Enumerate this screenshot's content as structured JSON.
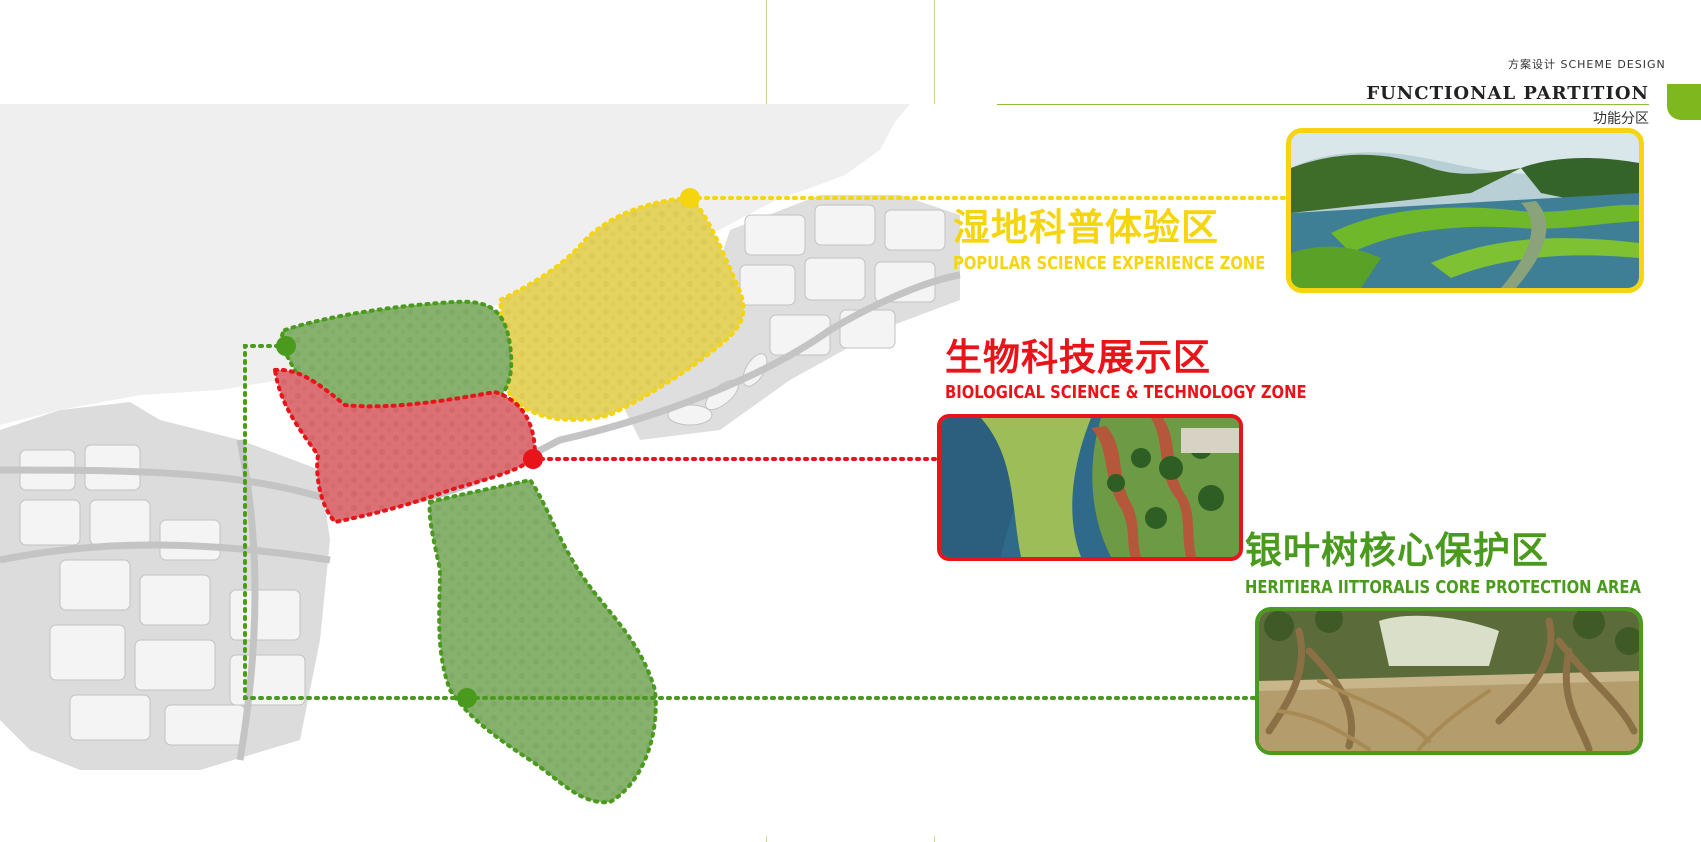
{
  "header": {
    "section": "方案设计 SCHEME  DESIGN",
    "title_en": "FUNCTIONAL PARTITION",
    "title_cn": "功能分区"
  },
  "zones": [
    {
      "cn": "湿地科普体验区",
      "en": "POPULAR  SCIENCE EXPERIENCE ZONE",
      "color": "#f5d50f"
    },
    {
      "cn": "生物科技展示区",
      "en": "BIOLOGICAL SCIENCE & TECHNOLOGY    ZONE",
      "color": "#e8141a"
    },
    {
      "cn": "银叶树核心保护区",
      "en": "HERITIERA IITTORALIS CORE PROTECTION AREA",
      "color": "#4a9a1e"
    }
  ],
  "colors": {
    "accent_green": "#7fb71f",
    "yellow": "#f5d50f",
    "red": "#e8141a",
    "green": "#4a9a1e"
  }
}
